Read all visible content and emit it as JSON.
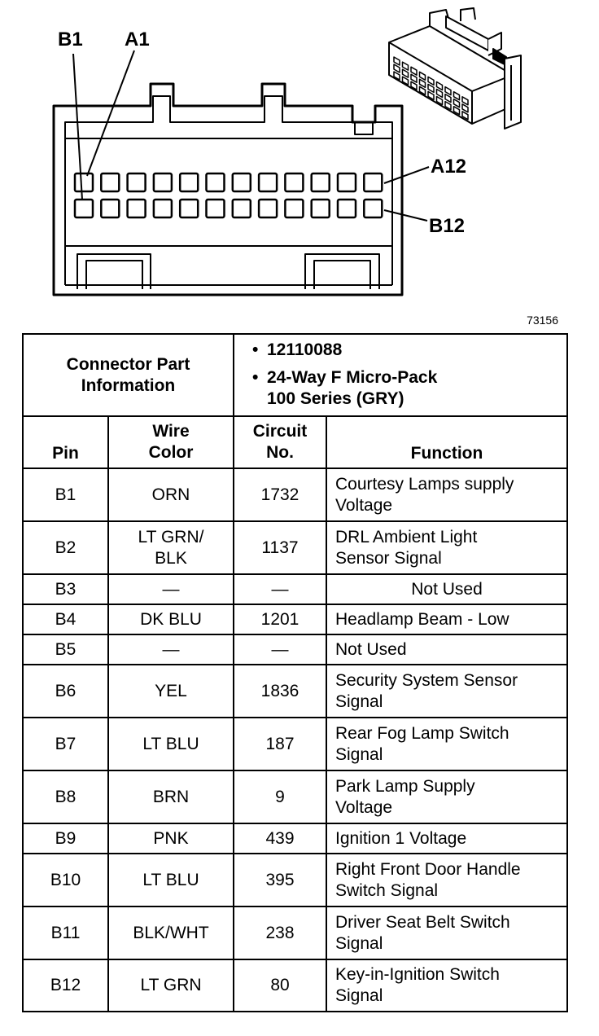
{
  "diagram": {
    "labels": {
      "b1": "B1",
      "a1": "A1",
      "a12": "A12",
      "b12": "B12"
    },
    "figure_number": "73156"
  },
  "table": {
    "info": {
      "label_line1": "Connector Part",
      "label_line2": "Information",
      "bullet": "•",
      "part_number": "12110088",
      "desc_line1": "24-Way F Micro-Pack",
      "desc_line2": "100 Series (GRY)"
    },
    "headers": {
      "pin": "Pin",
      "wire_line1": "Wire",
      "wire_line2": "Color",
      "circuit_line1": "Circuit",
      "circuit_line2": "No.",
      "function": "Function"
    },
    "rows": [
      {
        "pin": "B1",
        "wire1": "ORN",
        "wire2": "",
        "circuit": "1732",
        "func1": "Courtesy Lamps supply",
        "func2": "Voltage"
      },
      {
        "pin": "B2",
        "wire1": "LT GRN/",
        "wire2": "BLK",
        "circuit": "1137",
        "func1": "DRL Ambient Light",
        "func2": "Sensor Signal"
      },
      {
        "pin": "B3",
        "wire1": "—",
        "wire2": "",
        "circuit": "—",
        "func1": "Not Used",
        "func2": ""
      },
      {
        "pin": "B4",
        "wire1": "DK BLU",
        "wire2": "",
        "circuit": "1201",
        "func1": "Headlamp Beam - Low",
        "func2": ""
      },
      {
        "pin": "B5",
        "wire1": "—",
        "wire2": "",
        "circuit": "—",
        "func1": "Not Used",
        "func2": ""
      },
      {
        "pin": "B6",
        "wire1": "YEL",
        "wire2": "",
        "circuit": "1836",
        "func1": "Security System Sensor",
        "func2": "Signal"
      },
      {
        "pin": "B7",
        "wire1": "LT BLU",
        "wire2": "",
        "circuit": "187",
        "func1": "Rear Fog Lamp Switch",
        "func2": "Signal"
      },
      {
        "pin": "B8",
        "wire1": "BRN",
        "wire2": "",
        "circuit": "9",
        "func1": "Park Lamp Supply",
        "func2": "Voltage"
      },
      {
        "pin": "B9",
        "wire1": "PNK",
        "wire2": "",
        "circuit": "439",
        "func1": "Ignition 1 Voltage",
        "func2": ""
      },
      {
        "pin": "B10",
        "wire1": "LT BLU",
        "wire2": "",
        "circuit": "395",
        "func1": "Right Front Door Handle",
        "func2": "Switch Signal"
      },
      {
        "pin": "B11",
        "wire1": "BLK/WHT",
        "wire2": "",
        "circuit": "238",
        "func1": "Driver Seat Belt Switch",
        "func2": "Signal"
      },
      {
        "pin": "B12",
        "wire1": "LT GRN",
        "wire2": "",
        "circuit": "80",
        "func1": "Key-in-Ignition Switch",
        "func2": "Signal"
      }
    ]
  }
}
